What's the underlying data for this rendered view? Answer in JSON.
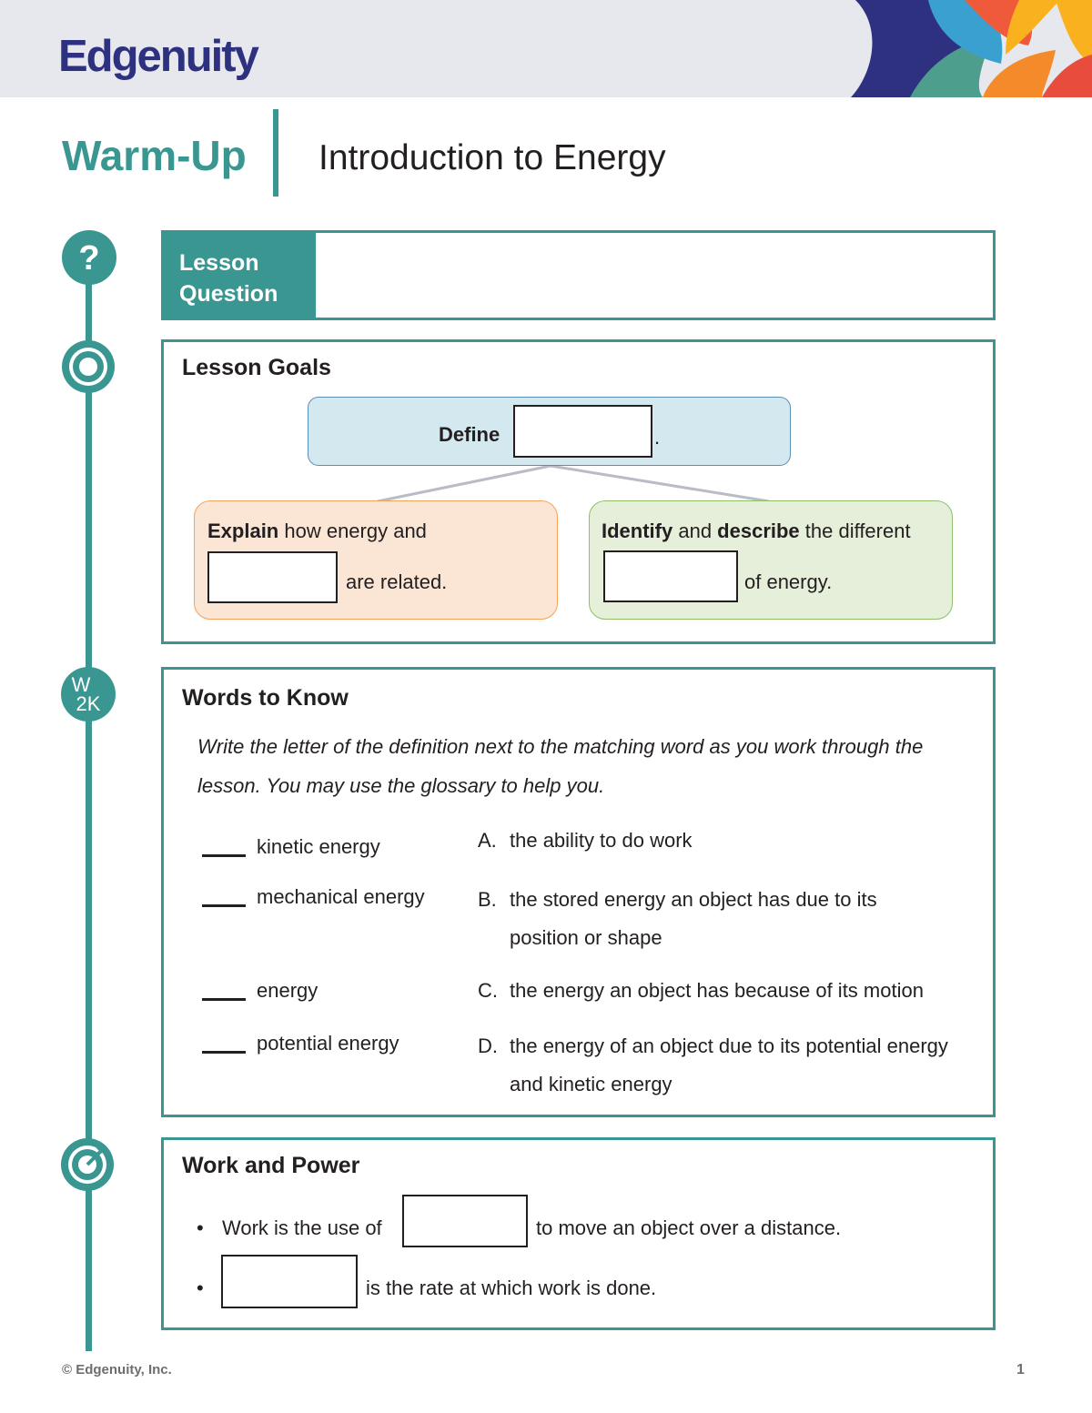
{
  "header": {
    "logo": "Edgenuity"
  },
  "title_row": {
    "label": "Warm-Up",
    "title": "Introduction to Energy"
  },
  "lesson_question": {
    "label_line1": "Lesson",
    "label_line2": "Question"
  },
  "lesson_goals": {
    "heading": "Lesson Goals",
    "define": {
      "bold": "Define",
      "after": "."
    },
    "explain": {
      "bold": "Explain",
      "text": " how energy and",
      "after": "are related."
    },
    "identify": {
      "bold1": "Identify",
      "mid": " and ",
      "bold2": "describe",
      "text": " the different",
      "after": "of energy."
    }
  },
  "words_to_know": {
    "icon_text_top": "W",
    "icon_text_bottom": "2K",
    "heading": "Words to Know",
    "instruction_line1": "Write the letter of the definition next to the matching word as you work through the",
    "instruction_line2": "lesson. You may use the glossary to help you.",
    "words": [
      "kinetic energy",
      "mechanical energy",
      "energy",
      "potential energy"
    ],
    "definitions": [
      {
        "letter": "A.",
        "line1": "the ability to do work",
        "line2": ""
      },
      {
        "letter": "B.",
        "line1": "the stored energy an object has due to its",
        "line2": "position or shape"
      },
      {
        "letter": "C.",
        "line1": "the energy an object has because of its motion",
        "line2": ""
      },
      {
        "letter": "D.",
        "line1": "the energy of an object due to its potential energy",
        "line2": "and kinetic energy"
      }
    ]
  },
  "work_power": {
    "heading": "Work and Power",
    "bullet1_before": "Work is the use of",
    "bullet1_after": "to move an object over a distance.",
    "bullet2_after": "is the rate at which work is done.",
    "bullet": "•"
  },
  "footer": {
    "copyright": "© Edgenuity, Inc.",
    "page": "1"
  },
  "colors": {
    "teal": "#3a9690",
    "navy": "#2e3180",
    "header_bg": "#e6e8ed",
    "define_fill": "#d3e8ef",
    "explain_fill": "#fbe5d4",
    "identify_fill": "#e6efd9"
  }
}
